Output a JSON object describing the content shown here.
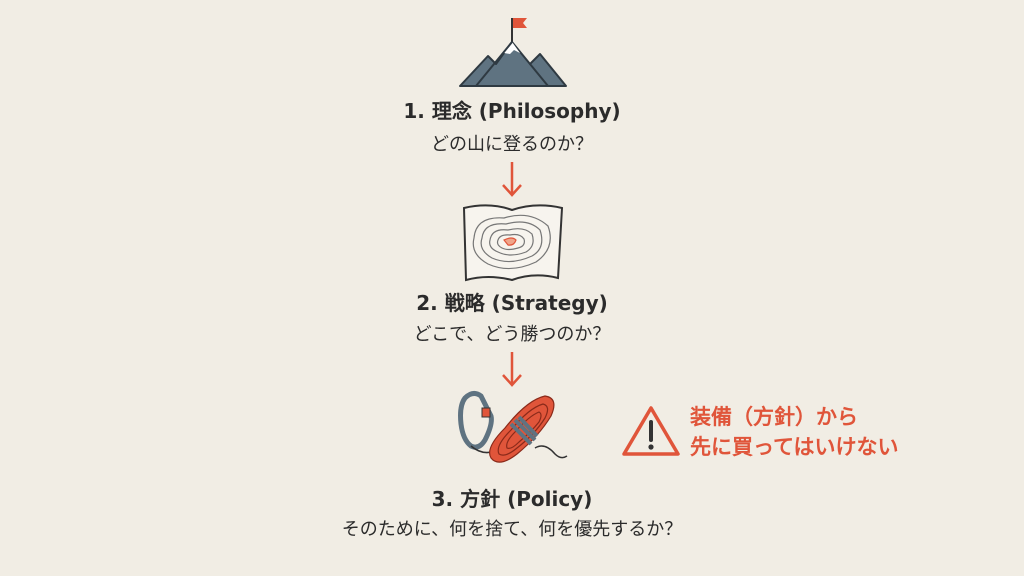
{
  "colors": {
    "background": "#f1ede4",
    "accent": "#e0553a",
    "text": "#2b2b2b",
    "icon_gray": "#5f7381"
  },
  "steps": [
    {
      "title": "1. 理念 (Philosophy)",
      "question": "どの山に登るのか？",
      "icon": "mountain-flag-icon"
    },
    {
      "title": "2. 戦略 (Strategy)",
      "question": "どこで、どう勝つのか？",
      "icon": "topographic-map-icon"
    },
    {
      "title": "3. 方針 (Policy)",
      "question": "そのために、何を捨て、何を優先するか？",
      "icon": "carabiner-rope-icon"
    }
  ],
  "warning": {
    "icon": "warning-triangle-icon",
    "line1": "装備（方針）から",
    "line2": "先に買ってはいけない"
  }
}
